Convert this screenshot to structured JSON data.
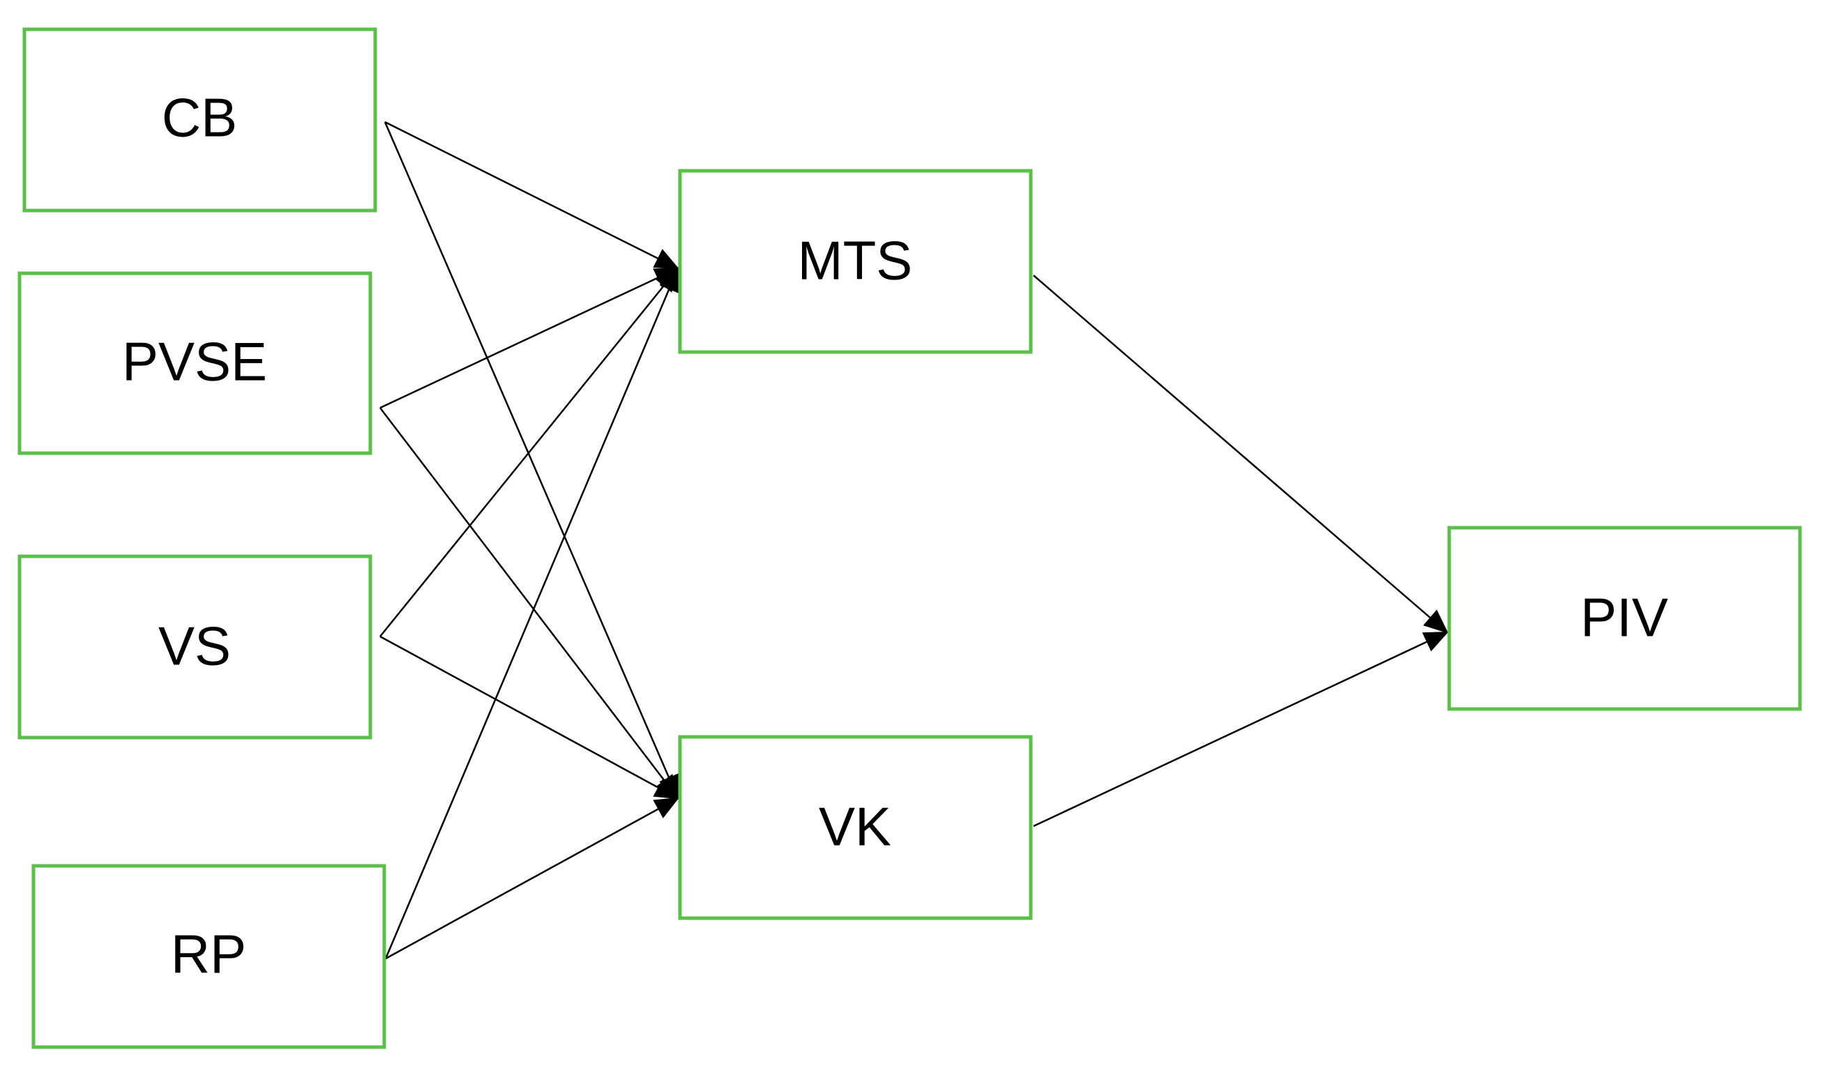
{
  "diagram": {
    "type": "path-model",
    "colors": {
      "box_border": "#5cbf4a",
      "arrow": "#000000",
      "text": "#000000",
      "background": "#ffffff"
    },
    "nodes": [
      {
        "id": "CB",
        "label": "CB"
      },
      {
        "id": "PVSE",
        "label": "PVSE"
      },
      {
        "id": "VS",
        "label": "VS"
      },
      {
        "id": "RP",
        "label": "RP"
      },
      {
        "id": "MTS",
        "label": "MTS"
      },
      {
        "id": "VK",
        "label": "VK"
      },
      {
        "id": "PIV",
        "label": "PIV"
      }
    ],
    "edges": [
      {
        "from": "CB",
        "to": "MTS"
      },
      {
        "from": "CB",
        "to": "VK"
      },
      {
        "from": "PVSE",
        "to": "MTS"
      },
      {
        "from": "PVSE",
        "to": "VK"
      },
      {
        "from": "VS",
        "to": "MTS"
      },
      {
        "from": "VS",
        "to": "VK"
      },
      {
        "from": "RP",
        "to": "MTS"
      },
      {
        "from": "RP",
        "to": "VK"
      },
      {
        "from": "MTS",
        "to": "PIV"
      },
      {
        "from": "VK",
        "to": "PIV"
      }
    ]
  }
}
